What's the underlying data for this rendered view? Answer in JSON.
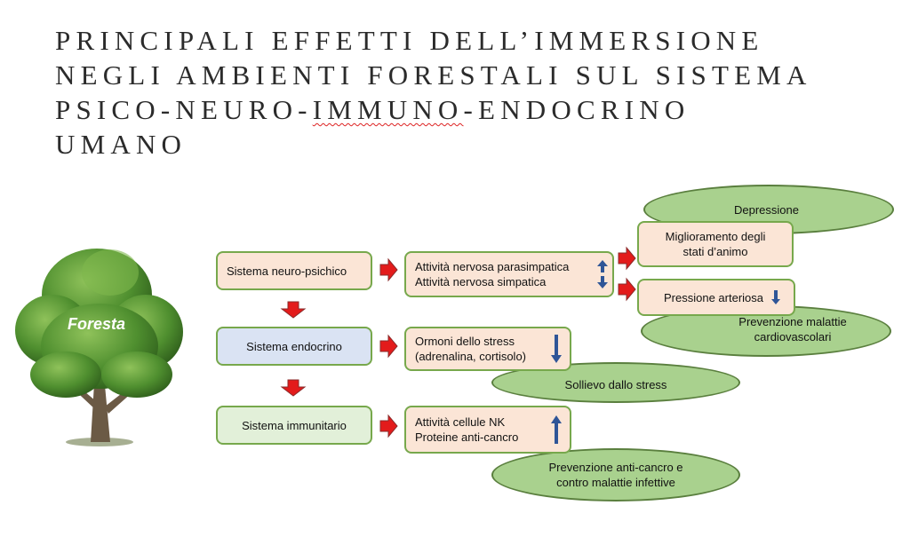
{
  "title": {
    "line1": "PRINCIPALI EFFETTI DELL’IMMERSIONE",
    "line2": "NEGLI AMBIENTI FORESTALI SUL SISTEMA",
    "line3_a": "PSICO-NEURO-",
    "line3_b": "IMMUNO",
    "line3_c": "-ENDOCRINO",
    "line4": "UMANO"
  },
  "tree": {
    "label": "Foresta"
  },
  "systems": {
    "neuro": "Sistema neuro-psichico",
    "endocrine": "Sistema endocrino",
    "immune": "Sistema immunitario"
  },
  "effects": {
    "neuro_line1": "Attività nervosa parasimpatica",
    "neuro_line2": "Attività nervosa simpatica",
    "endocrine_line1": "Ormoni dello stress",
    "endocrine_line2": "(adrenalina, cortisolo)",
    "immune_line1": "Attività cellule NK",
    "immune_line2": "Proteine anti-cancro"
  },
  "outcomes": {
    "mood_line1": "Miglioramento degli",
    "mood_line2": "stati d’animo",
    "pressure": "Pressione arteriosa"
  },
  "ovals": {
    "depression": "Depressione",
    "cardio_line1": "Prevenzione malattie",
    "cardio_line2": "cardiovascolari",
    "stress": "Sollievo dallo stress",
    "cancer_line1": "Prevenzione anti-cancro e",
    "cancer_line2": "contro malattie infettive"
  },
  "colors": {
    "arrow_red": "#e31b1b",
    "arrow_blue": "#2f5597",
    "box_peach": "#fbe5d6",
    "box_blue": "#dae3f3",
    "box_green": "#e2f0d9",
    "oval_green": "#a9d18e"
  }
}
